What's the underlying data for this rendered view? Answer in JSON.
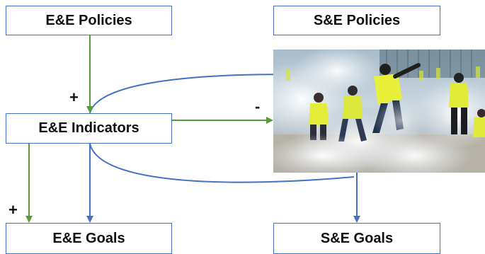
{
  "nodes": {
    "ee_policies": "E&E Policies",
    "se_policies": "S&E Policies",
    "ee_indicators": "E&E Indicators",
    "ee_goals": "E&E Goals",
    "se_goals": "S&E Goals"
  },
  "signs": {
    "policies_to_indicators": "+",
    "indicators_to_photo": "-",
    "indicators_to_goals": "+"
  },
  "colors": {
    "box_border": "#4472c4",
    "positive_arrow": "#5a9a3a",
    "loop_arrow": "#4472c4"
  },
  "photo": {
    "subject": "street-protest-tear-gas-yellow-vests"
  }
}
